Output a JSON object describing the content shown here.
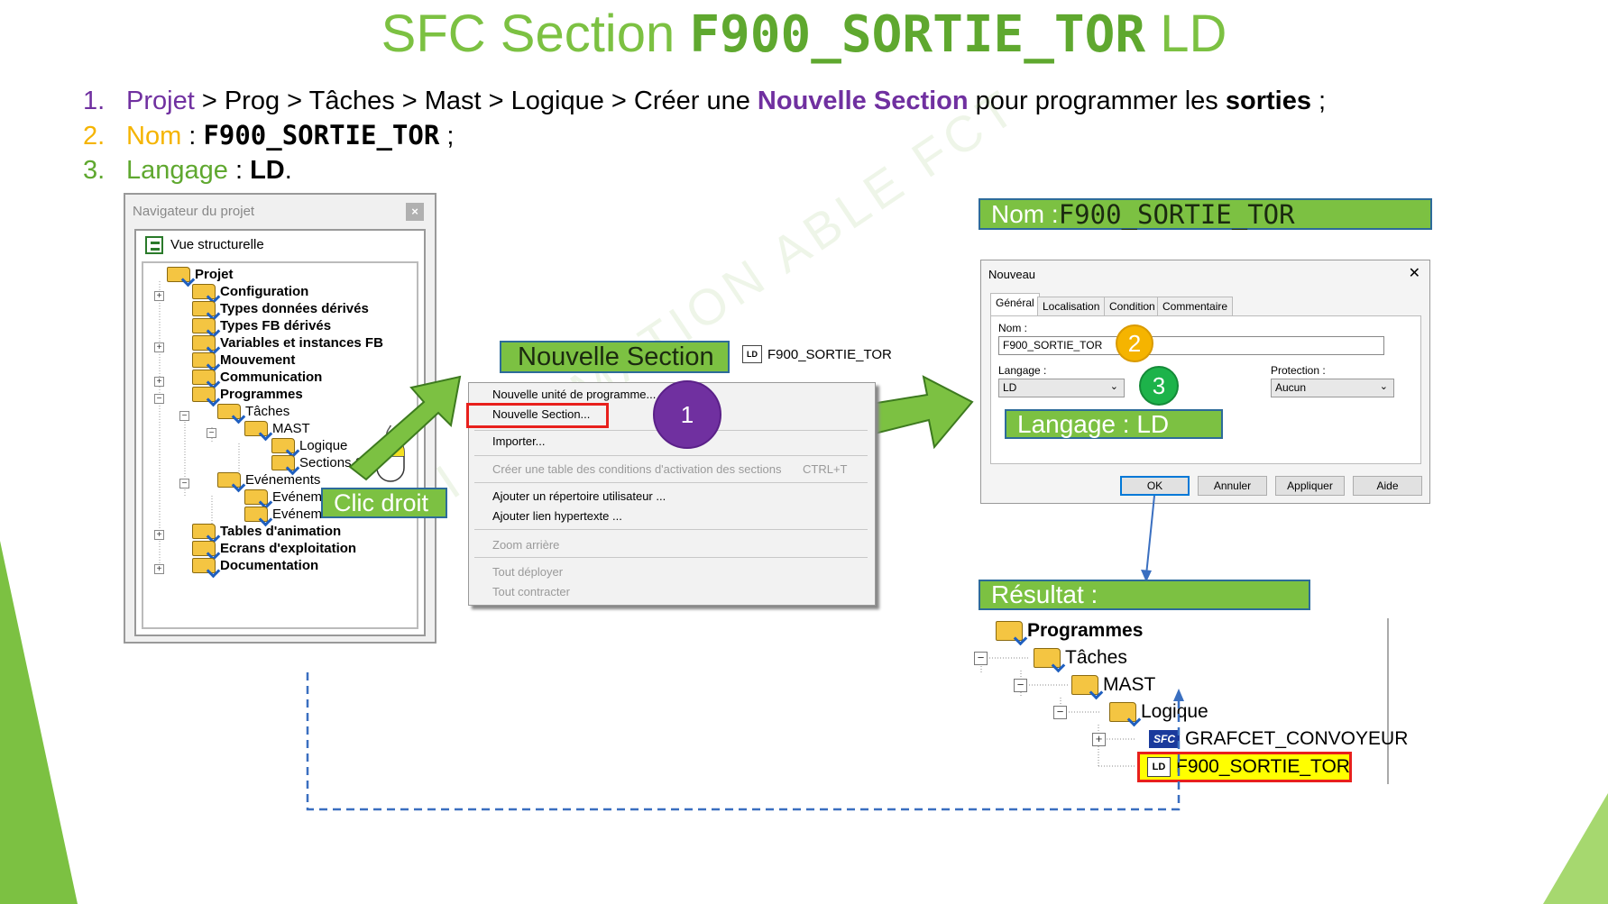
{
  "title": {
    "prefix": "SFC Section",
    "name": "F900_SORTIE_TOR",
    "suffix": "LD"
  },
  "steps": [
    {
      "num": "1.",
      "parts": [
        "Projet",
        " > Prog > Tâches > Mast > Logique > Créer une ",
        "Nouvelle Section",
        " pour programmer les ",
        "sorties",
        " ;"
      ]
    },
    {
      "num": "2.",
      "label": "Nom",
      "sep": " : ",
      "value": "F900_SORTIE_TOR",
      "end": " ;"
    },
    {
      "num": "3.",
      "label": "Langage",
      "sep": " : ",
      "value": "LD",
      "end": "."
    }
  ],
  "navigator": {
    "title": "Navigateur du projet",
    "close": "×",
    "view": "Vue structurelle",
    "items": [
      "Projet",
      "Configuration",
      "Types données dérivés",
      "Types FB dérivés",
      "Variables et instances FB",
      "Mouvement",
      "Communication",
      "Programmes",
      "Tâches",
      "MAST",
      "Logique",
      "Sections SR",
      "Evénements",
      "Evénements TIMER",
      "Evénements E/S",
      "Tables d'animation",
      "Ecrans d'exploitation",
      "Documentation"
    ]
  },
  "labels": {
    "clic_droit": "Clic droit",
    "nouvelle_section": "Nouvelle Section",
    "ld_section": "F900_SORTIE_TOR",
    "nom_label": "Nom : ",
    "nom_value": "F900_SORTIE_TOR",
    "langage": "Langage : LD",
    "resultat": "Résultat :"
  },
  "context_menu": {
    "items": [
      "Nouvelle unité de programme...",
      "Nouvelle Section...",
      "Importer...",
      "Créer une table des conditions d'activation des sections",
      "Ajouter un répertoire utilisateur ...",
      "Ajouter lien hypertexte ...",
      "Zoom arrière",
      "Tout déployer",
      "Tout contracter"
    ],
    "shortcut": "CTRL+T"
  },
  "circles": [
    "1",
    "2",
    "3"
  ],
  "colors": {
    "green": "#7cc142",
    "purple": "#7030a0",
    "orange": "#f5b400",
    "circle_green": "#1db34a",
    "highlight_red": "#e8201c",
    "result_yellow": "#ffff00"
  },
  "dialog": {
    "title": "Nouveau",
    "close": "✕",
    "tabs": [
      "Général",
      "Localisation",
      "Condition",
      "Commentaire"
    ],
    "nom_label": "Nom :",
    "nom_value": "F900_SORTIE_TOR",
    "langage_label": "Langage :",
    "langage_value": "LD",
    "protection_label": "Protection :",
    "protection_value": "Aucun",
    "buttons": [
      "OK",
      "Annuler",
      "Appliquer",
      "Aide"
    ]
  },
  "result_tree": {
    "items": [
      "Programmes",
      "Tâches",
      "MAST",
      "Logique",
      "GRAFCET_CONVOYEUR",
      "F900_SORTIE_TOR"
    ],
    "sfc_icon": "SFC",
    "ld_icon": "LD"
  },
  "watermark": "AEI FORMATION ABLE FCT"
}
